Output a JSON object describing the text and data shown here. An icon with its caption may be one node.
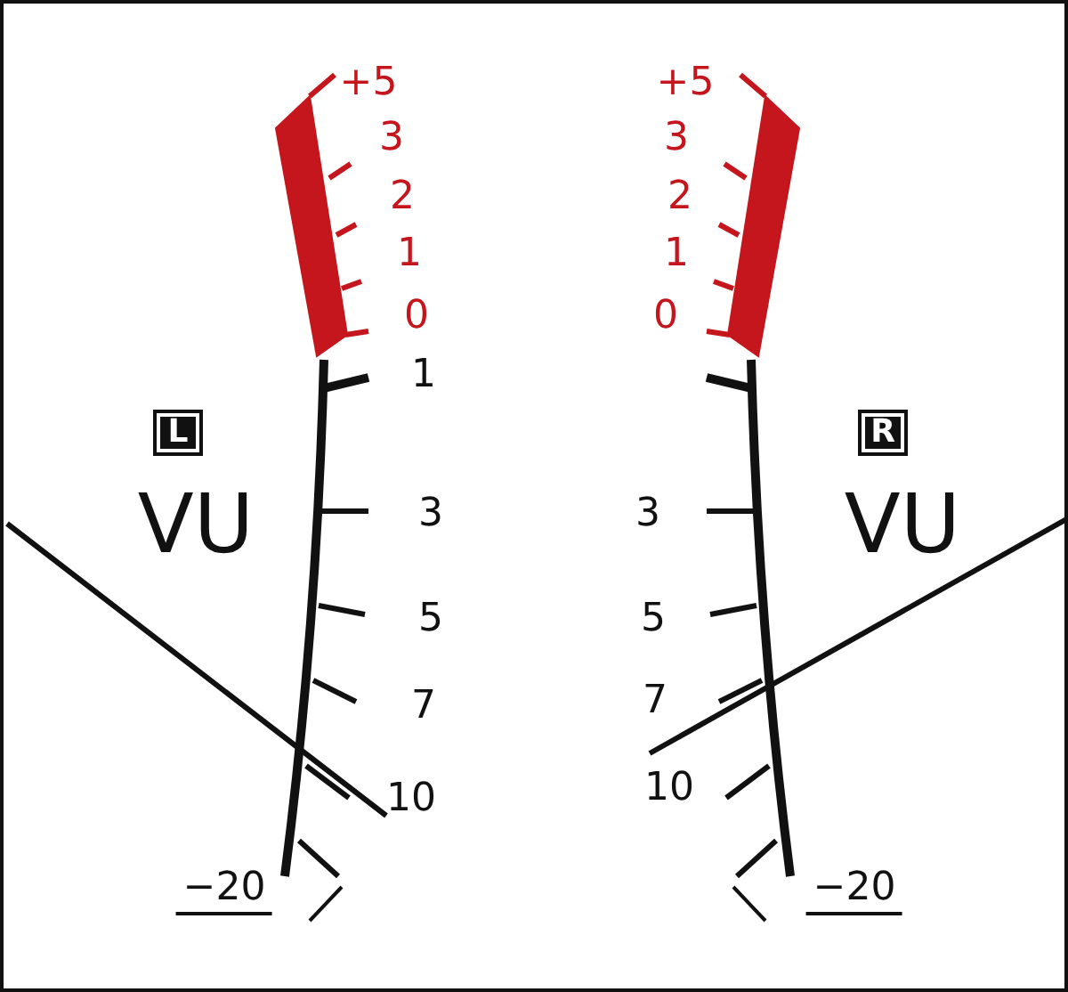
{
  "diagram": {
    "labels": [
      "+5",
      "3",
      "2",
      "1",
      "0",
      "1",
      "L",
      "VU",
      "3",
      "5",
      "7",
      "10",
      "−20",
      "+5",
      "3",
      "2",
      "1",
      "0",
      "R",
      "VU",
      "3",
      "5",
      "7",
      "10",
      "−20"
    ]
  }
}
